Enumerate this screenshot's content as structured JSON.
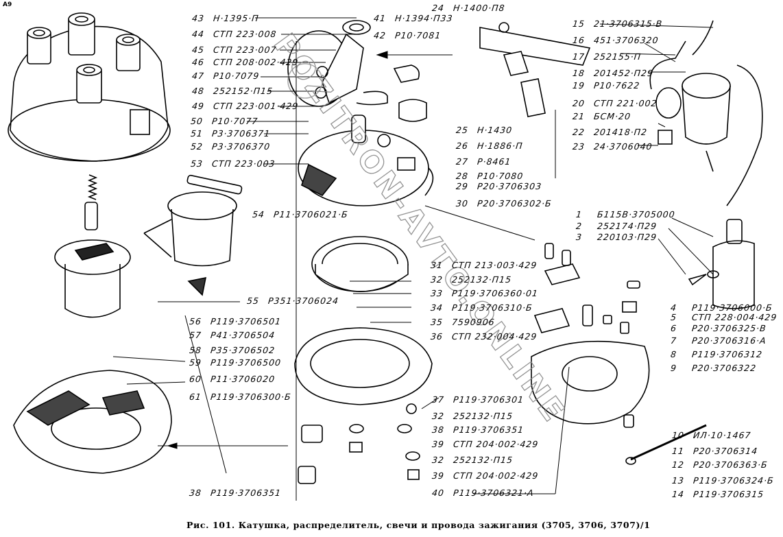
{
  "corner_mark": "A9",
  "caption": "Рис. 101. Катушка, распределитель, свечи и провода зажигания (3705, 3706, 3707)/1",
  "watermark": "POZITRON-AVTO.ONLINE",
  "labels": [
    {
      "num": "1",
      "part": "Б115В·3705000"
    },
    {
      "num": "2",
      "part": "252174·П29"
    },
    {
      "num": "3",
      "part": "220103·П29"
    },
    {
      "num": "4",
      "part": "Р119·3706000·Б"
    },
    {
      "num": "5",
      "part": "СТП 228·004·429"
    },
    {
      "num": "6",
      "part": "Р20·3706325·В"
    },
    {
      "num": "7",
      "part": "Р20·3706316·А"
    },
    {
      "num": "8",
      "part": "Р119·3706312"
    },
    {
      "num": "9",
      "part": "Р20·3706322"
    },
    {
      "num": "10",
      "part": "ИЛ·10·1467"
    },
    {
      "num": "11",
      "part": "Р20·3706314"
    },
    {
      "num": "12",
      "part": "Р20·3706363·Б"
    },
    {
      "num": "13",
      "part": "Р119·3706324·Б"
    },
    {
      "num": "14",
      "part": "Р119·3706315"
    },
    {
      "num": "15",
      "part": "21·3706315·В"
    },
    {
      "num": "16",
      "part": "451·3706320"
    },
    {
      "num": "17",
      "part": "252155·П"
    },
    {
      "num": "18",
      "part": "201452·П29"
    },
    {
      "num": "19",
      "part": "Р10·7622"
    },
    {
      "num": "20",
      "part": "СТП 221·002"
    },
    {
      "num": "21",
      "part": "БСМ·20"
    },
    {
      "num": "22",
      "part": "201418·П2"
    },
    {
      "num": "23",
      "part": "24·3706040"
    },
    {
      "num": "24",
      "part": "Н·1400·П8"
    },
    {
      "num": "25",
      "part": "Н·1430"
    },
    {
      "num": "26",
      "part": "Н·1886·П"
    },
    {
      "num": "27",
      "part": "Р·8461"
    },
    {
      "num": "28",
      "part": "Р10·7080"
    },
    {
      "num": "29",
      "part": "Р20·3706303"
    },
    {
      "num": "30",
      "part": "Р20·3706302·Б"
    },
    {
      "num": "31",
      "part": "СТП 213·003·429"
    },
    {
      "num": "32",
      "part": "252132·П15"
    },
    {
      "num": "33",
      "part": "Р119·3706360·01"
    },
    {
      "num": "34",
      "part": "Р119·3706310·Б"
    },
    {
      "num": "35",
      "part": "7590906"
    },
    {
      "num": "36",
      "part": "СТП 232·004·429"
    },
    {
      "num": "37",
      "part": "Р119·3706301"
    },
    {
      "num": "32",
      "part": "252132·П15"
    },
    {
      "num": "38",
      "part": "Р119·3706351"
    },
    {
      "num": "39",
      "part": "СТП 204·002·429"
    },
    {
      "num": "32",
      "part": "252132·П15"
    },
    {
      "num": "39",
      "part": "СТП 204·002·429"
    },
    {
      "num": "40",
      "part": "Р119·3706321·А"
    },
    {
      "num": "38",
      "part": "Р119·3706351"
    },
    {
      "num": "41",
      "part": "Н·1394·П33"
    },
    {
      "num": "42",
      "part": "Р10·7081"
    },
    {
      "num": "43",
      "part": "Н·1395·П"
    },
    {
      "num": "44",
      "part": "СТП 223·008"
    },
    {
      "num": "45",
      "part": "СТП 223·007"
    },
    {
      "num": "46",
      "part": "СТП 208·002·429"
    },
    {
      "num": "47",
      "part": "Р10·7079"
    },
    {
      "num": "48",
      "part": "252152·П15"
    },
    {
      "num": "49",
      "part": "СТП 223·001·429"
    },
    {
      "num": "50",
      "part": "Р10·7077"
    },
    {
      "num": "51",
      "part": "Р3·3706371"
    },
    {
      "num": "52",
      "part": "Р3·3706370"
    },
    {
      "num": "53",
      "part": "СТП 223·003"
    },
    {
      "num": "54",
      "part": "Р11·3706021·Б"
    },
    {
      "num": "55",
      "part": "Р351·3706024"
    },
    {
      "num": "56",
      "part": "Р119·3706501"
    },
    {
      "num": "57",
      "part": "Р41·3706504"
    },
    {
      "num": "58",
      "part": "Р35·3706502"
    },
    {
      "num": "59",
      "part": "Р119·3706500"
    },
    {
      "num": "60",
      "part": "Р11·3706020"
    },
    {
      "num": "61",
      "part": "Р119·3706300·Б"
    }
  ]
}
